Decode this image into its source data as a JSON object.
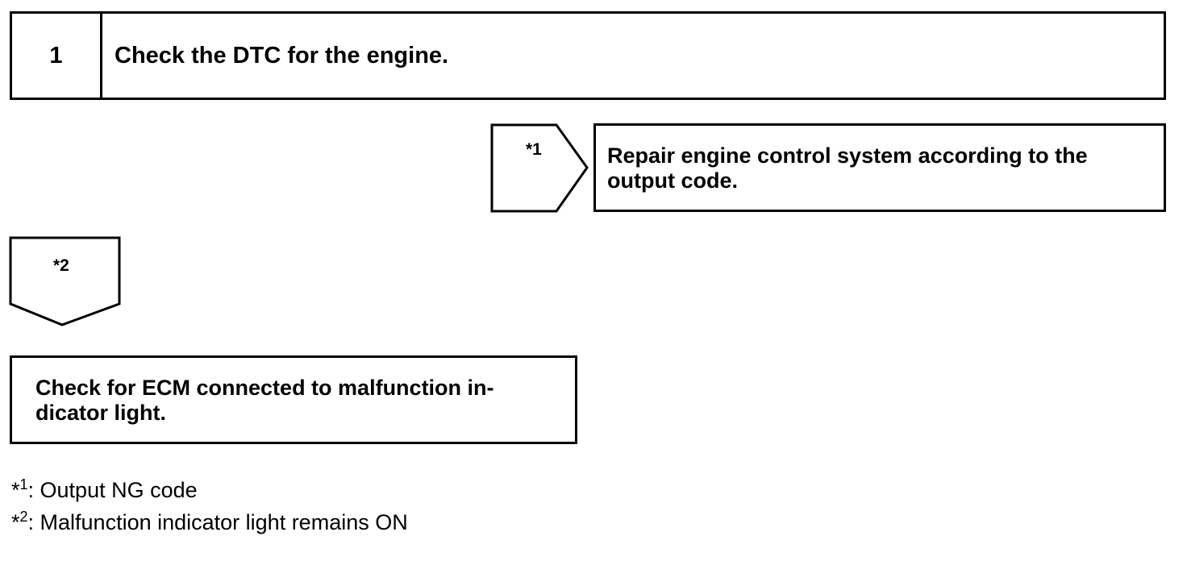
{
  "step": {
    "number": "1",
    "title": "Check the DTC for the engine."
  },
  "branch_right": {
    "marker": "*1",
    "result": "Repair engine control system according to the output code."
  },
  "branch_down": {
    "marker": "*2",
    "result": "Check for ECM connected to malfunction in-dicator light."
  },
  "footnotes": [
    {
      "star": "*",
      "num": "1",
      "text": ": Output NG code"
    },
    {
      "star": "*",
      "num": "2",
      "text": ": Malfunction indicator light remains ON"
    }
  ]
}
